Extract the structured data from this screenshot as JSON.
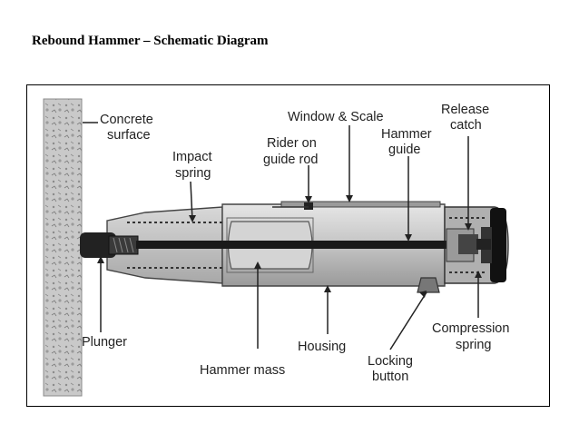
{
  "title": "Rebound Hammer – Schematic Diagram",
  "labels": {
    "concrete_surface": [
      "Concrete",
      "surface"
    ],
    "impact_spring": [
      "Impact",
      "spring"
    ],
    "rider_on_guide_rod": [
      "Rider on",
      "guide rod"
    ],
    "window_scale": [
      "Window & Scale"
    ],
    "hammer_guide": [
      "Hammer",
      "guide"
    ],
    "release_catch": [
      "Release",
      "catch"
    ],
    "plunger": [
      "Plunger"
    ],
    "hammer_mass": [
      "Hammer mass"
    ],
    "housing": [
      "Housing"
    ],
    "locking_button": [
      "Locking",
      "button"
    ],
    "compression_spring": [
      "Compression",
      "spring"
    ]
  }
}
